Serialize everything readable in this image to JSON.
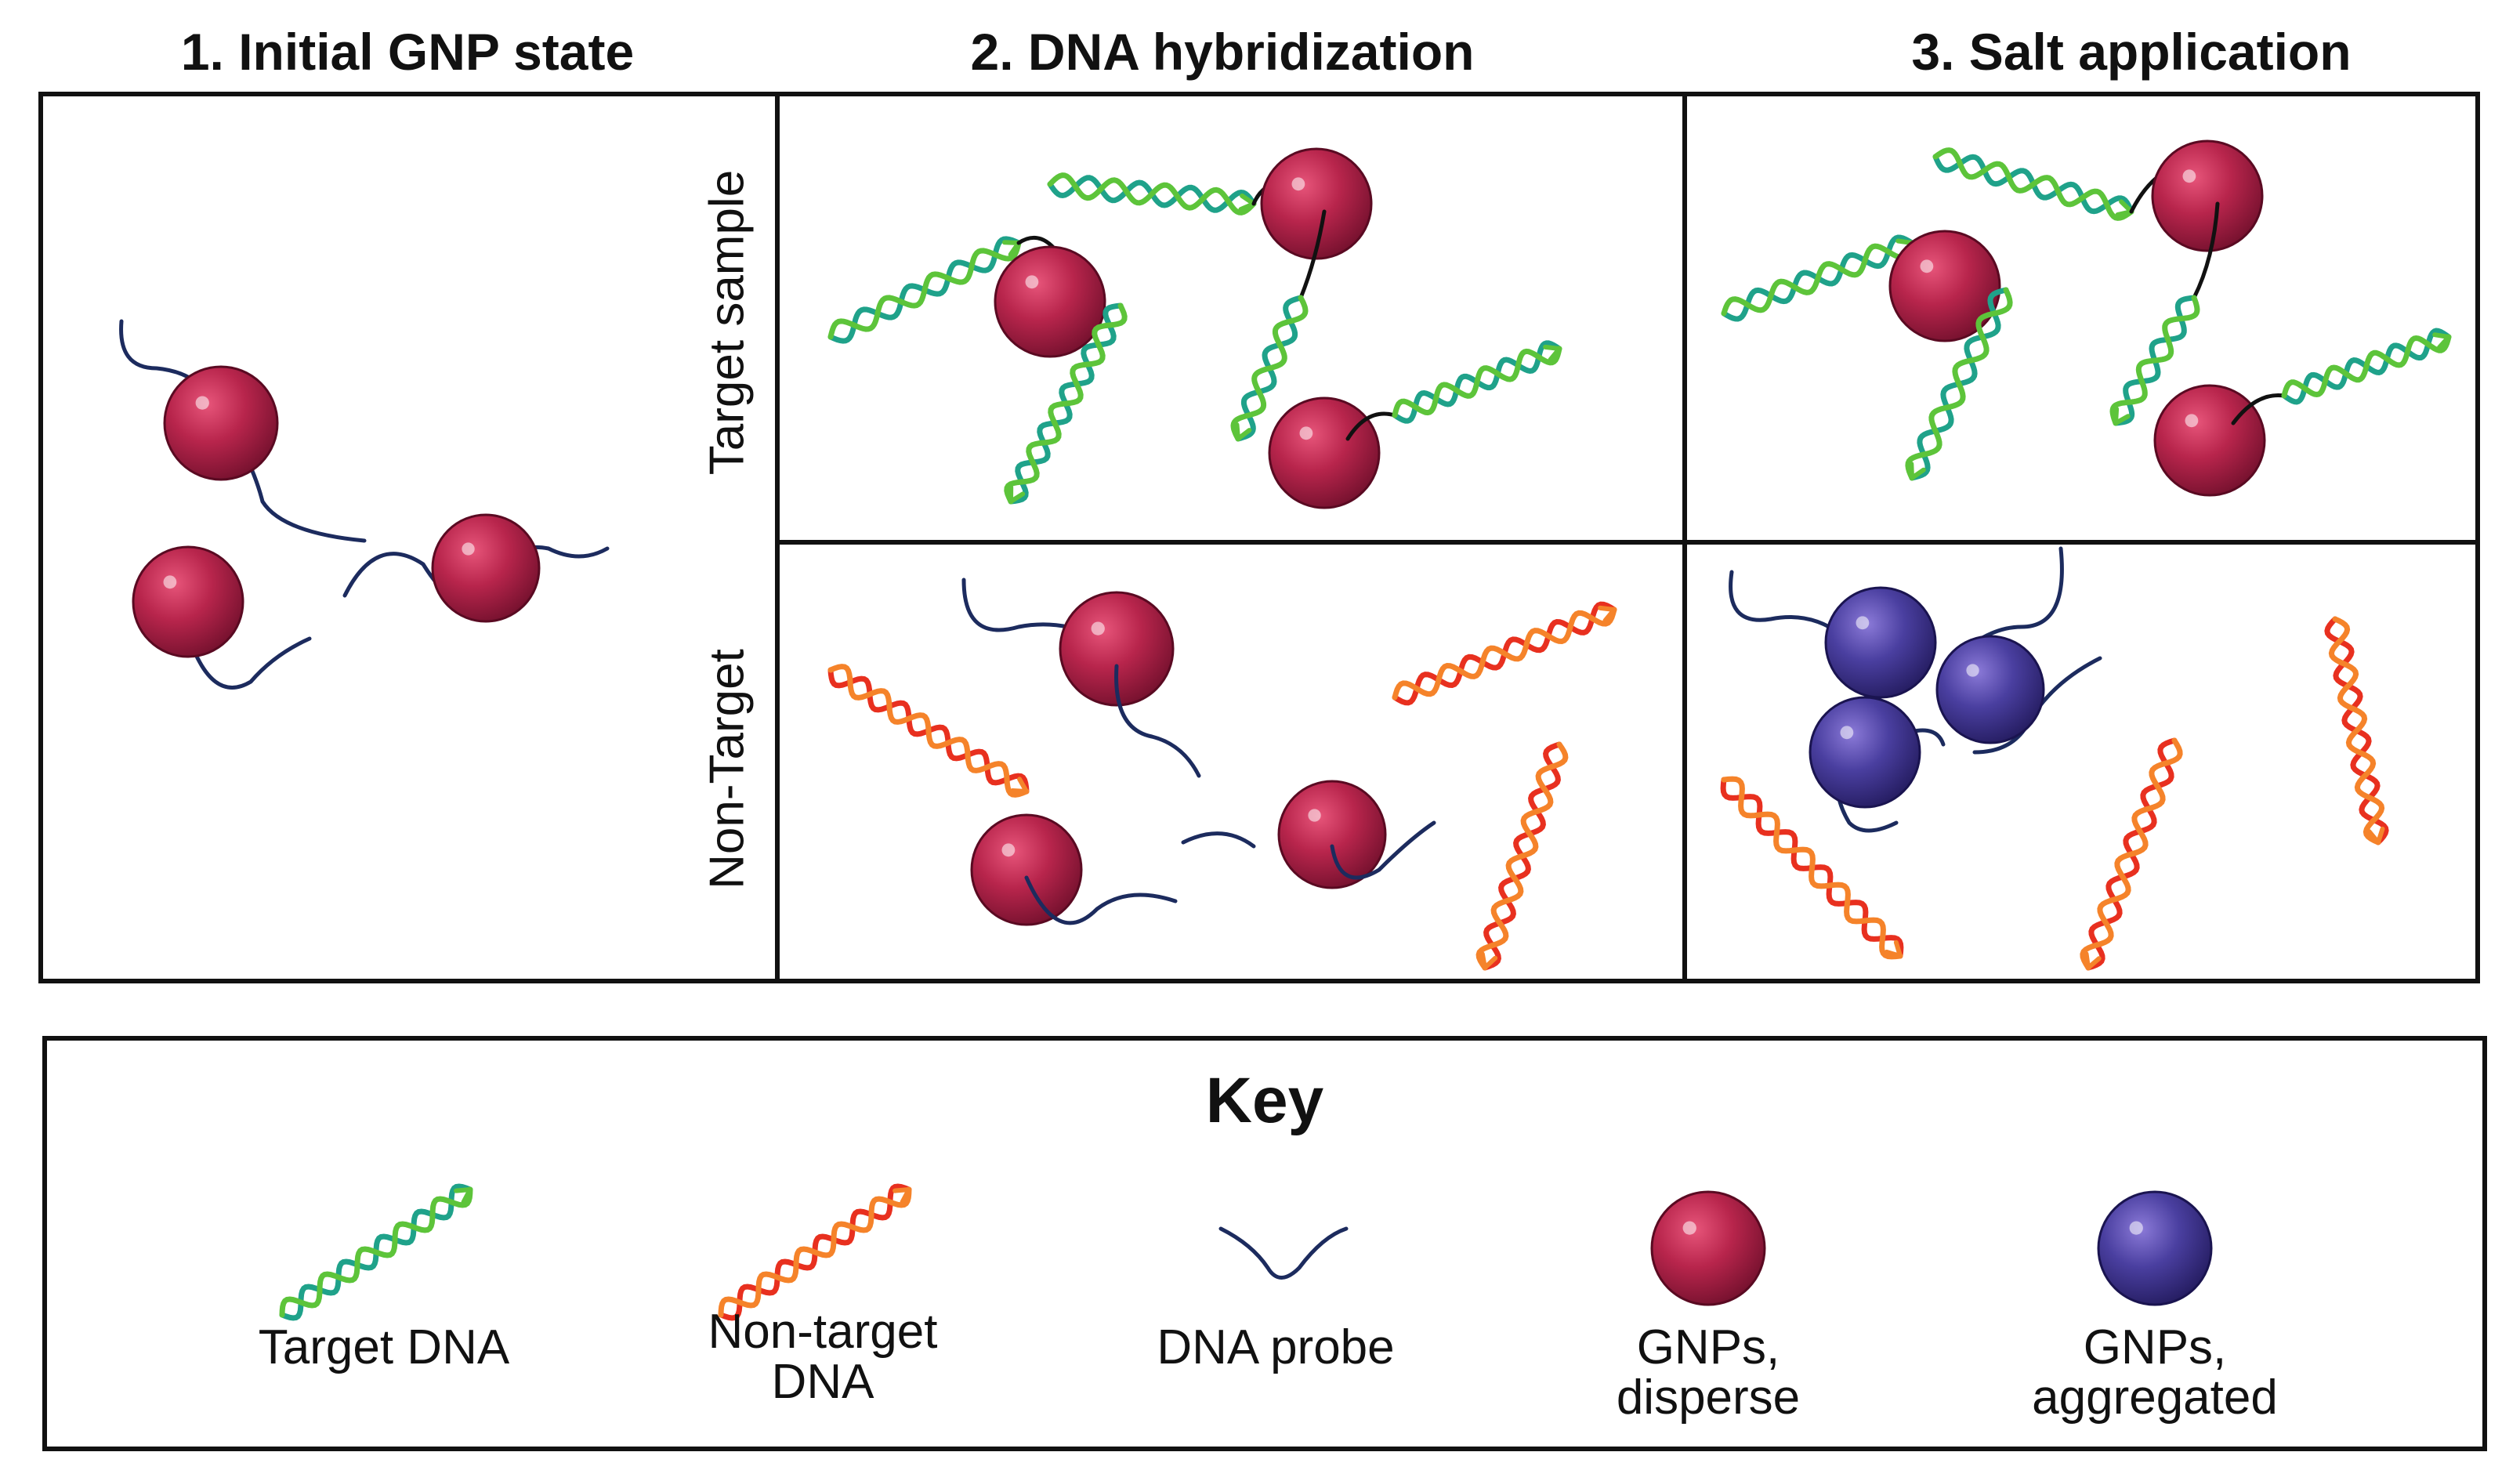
{
  "columns": [
    {
      "title": "1. Initial GNP state"
    },
    {
      "title": "2. DNA hybridization"
    },
    {
      "title": "3. Salt application"
    }
  ],
  "rows": [
    {
      "label": "Target sample"
    },
    {
      "label": "Non-Target"
    }
  ],
  "key": {
    "title": "Key",
    "items": [
      {
        "label": "Target DNA",
        "icon": "target-dna-icon"
      },
      {
        "label": "Non-target\nDNA",
        "icon": "non-target-dna-icon"
      },
      {
        "label": "DNA probe",
        "icon": "dna-probe-icon"
      },
      {
        "label": "GNPs,\ndisperse",
        "icon": "gnp-disperse-icon"
      },
      {
        "label": "GNPs,\naggregated",
        "icon": "gnp-aggregated-icon"
      }
    ]
  },
  "colors": {
    "gnp_disperse": "#b0234a",
    "gnp_aggregated": "#4a3fa0",
    "target_dna_a": "#1fa28a",
    "target_dna_b": "#5dc43a",
    "non_target_a": "#e8301f",
    "non_target_b": "#f5832a",
    "probe": "#1c2b5e",
    "hybrid": "#111111"
  }
}
